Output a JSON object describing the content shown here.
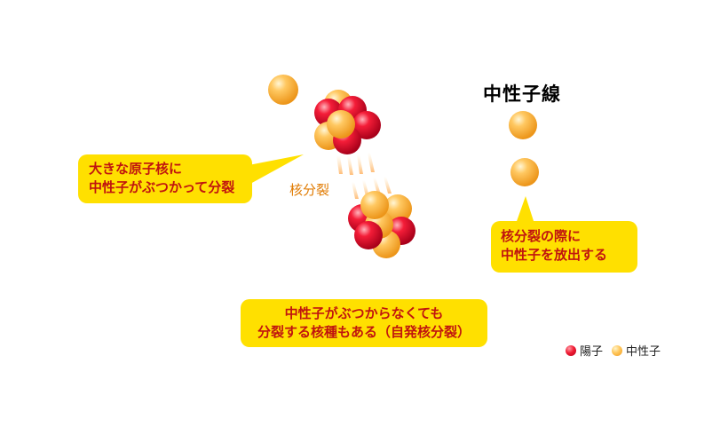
{
  "title": "中性子線",
  "fission_label": "核分裂",
  "callout_collision": {
    "line1": "大きな原子核に",
    "line2": "中性子がぶつかって分裂"
  },
  "callout_release": {
    "line1": "核分裂の際に",
    "line2": "中性子を放出する"
  },
  "callout_spontaneous": {
    "line1": "中性子がぶつからなくても",
    "line2": "分裂する核種もある（自発核分裂）"
  },
  "legend": {
    "proton": "陽子",
    "neutron": "中性子"
  },
  "colors": {
    "callout_bg": "#ffe000",
    "callout_text": "#c0140f",
    "proton": "#e8102e",
    "neutron": "#f5a623",
    "fission_text": "#e07a00"
  }
}
